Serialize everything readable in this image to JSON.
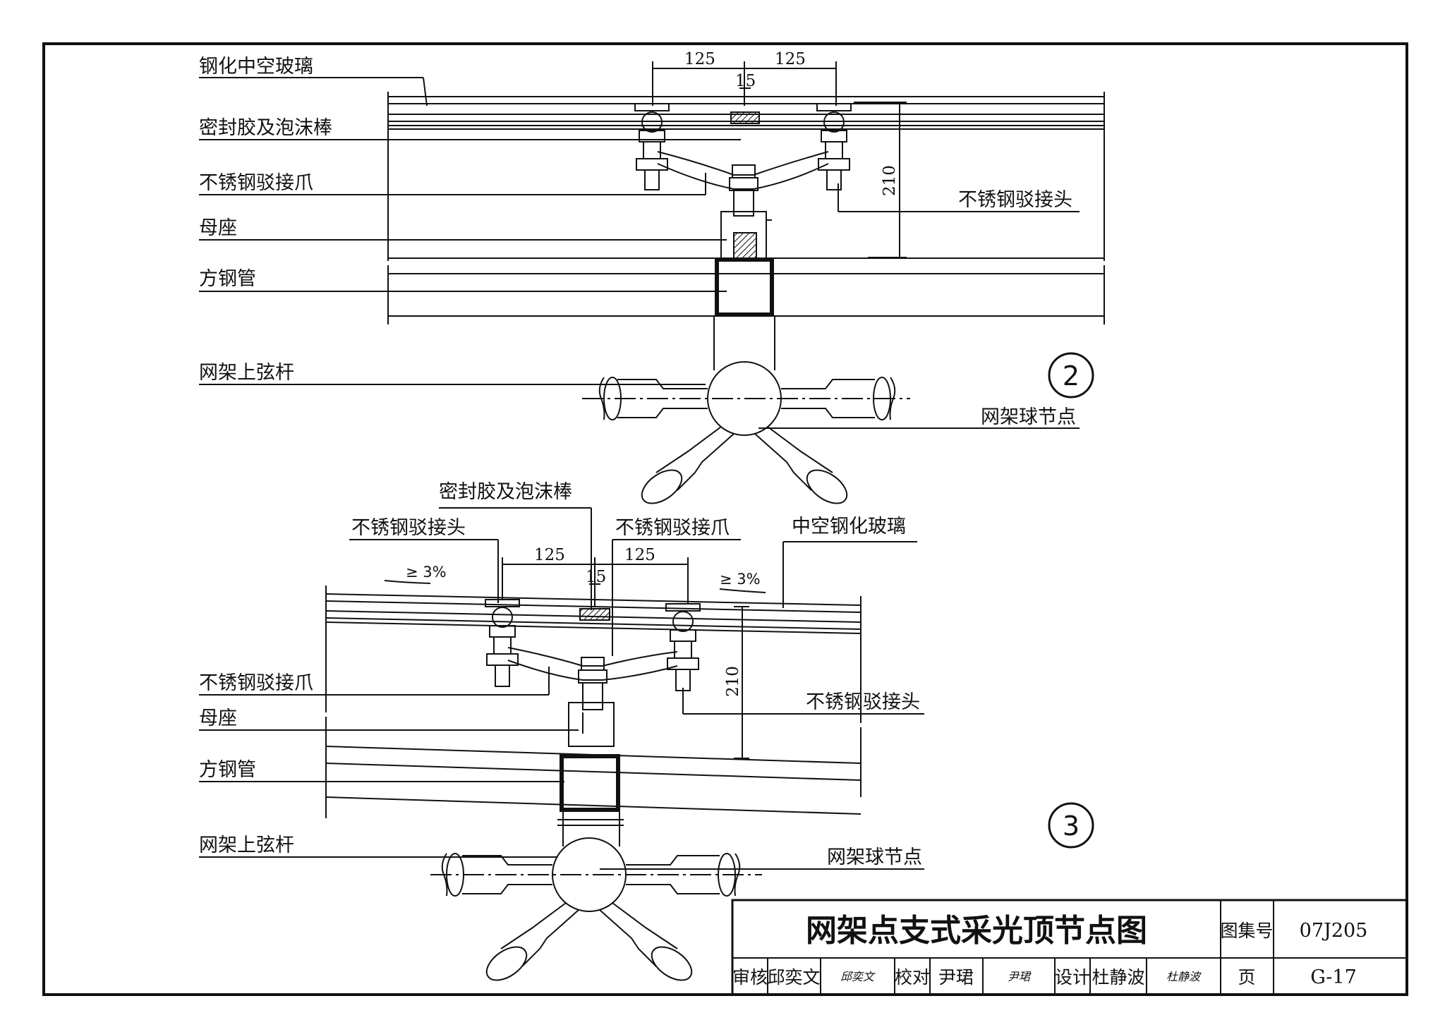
{
  "detail_2": {
    "labels": {
      "glass": "钢化中空玻璃",
      "sealant": "密封胶及泡沫棒",
      "claw": "不锈钢驳接爪",
      "seat": "母座",
      "tube": "方钢管",
      "chord": "网架上弦杆",
      "connector": "不锈钢驳接头",
      "ball_node": "网架球节点"
    },
    "dims": {
      "left": "125",
      "right": "125",
      "gap": "15",
      "height": "210"
    },
    "marker": "2"
  },
  "detail_3": {
    "labels": {
      "sealant": "密封胶及泡沫棒",
      "connector_top": "不锈钢驳接头",
      "claw_top": "不锈钢驳接爪",
      "glass": "中空钢化玻璃",
      "claw": "不锈钢驳接爪",
      "seat": "母座",
      "tube": "方钢管",
      "chord": "网架上弦杆",
      "connector": "不锈钢驳接头",
      "ball_node": "网架球节点"
    },
    "slope_left": "≥ 3%",
    "slope_right": "≥ 3%",
    "dims": {
      "left": "125",
      "right": "125",
      "gap": "15",
      "height": "210"
    },
    "marker": "3"
  },
  "title_block": {
    "title": "网架点支式采光顶节点图",
    "atlas_label": "图集号",
    "atlas_no": "07J205",
    "review_label": "审核",
    "review_name": "邱奕文",
    "review_sig": "邱奕文",
    "check_label": "校对",
    "check_name": "尹珺",
    "check_sig": "尹珺",
    "design_label": "设计",
    "design_name": "杜静波",
    "design_sig": "杜静波",
    "page_label": "页",
    "page_no": "G-17"
  }
}
